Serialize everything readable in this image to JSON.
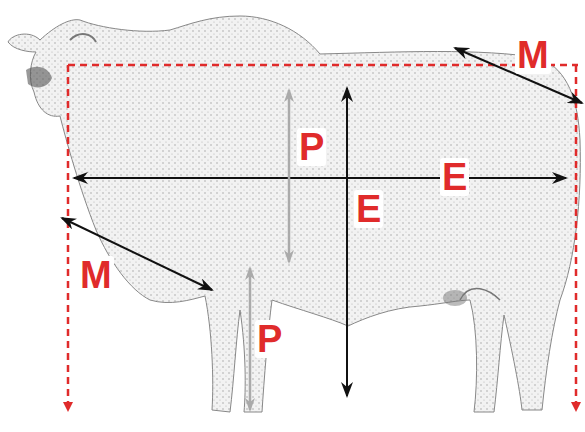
{
  "diagram": {
    "labels": [
      "M",
      "P",
      "E",
      "E",
      "M",
      "P"
    ]
  }
}
